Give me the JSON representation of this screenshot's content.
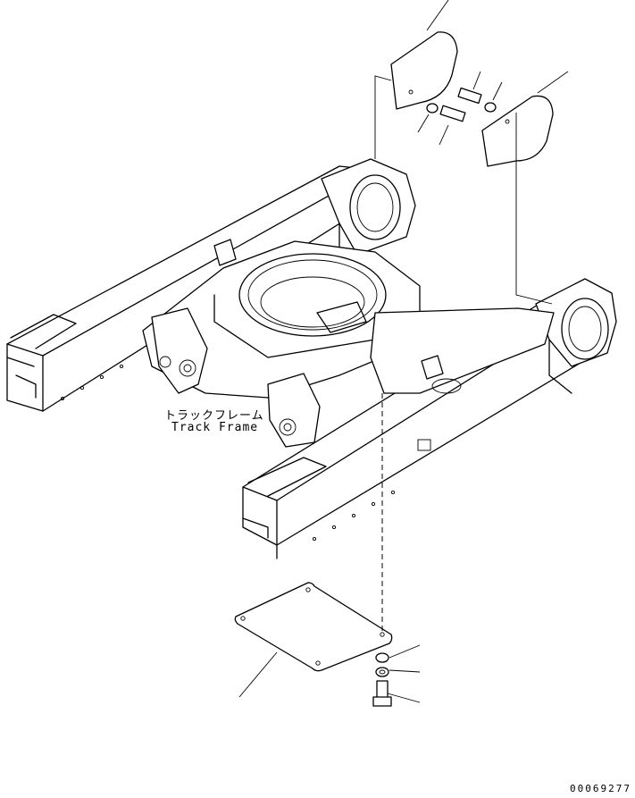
{
  "labels": {
    "track_frame_ja": "トラックフレーム",
    "track_frame_en": "Track Frame"
  },
  "drawing_number": "00069277"
}
